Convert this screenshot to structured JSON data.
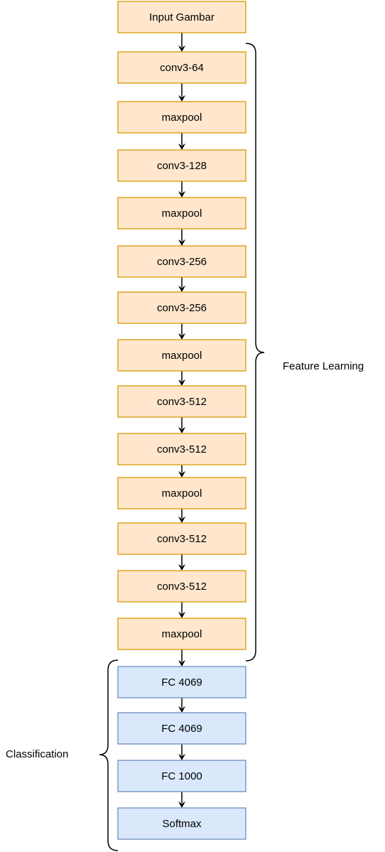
{
  "diagram": {
    "layers": [
      {
        "label": "Input Gambar",
        "group": "input"
      },
      {
        "label": "conv3-64",
        "group": "feature"
      },
      {
        "label": "maxpool",
        "group": "feature"
      },
      {
        "label": "conv3-128",
        "group": "feature"
      },
      {
        "label": "maxpool",
        "group": "feature"
      },
      {
        "label": "conv3-256",
        "group": "feature"
      },
      {
        "label": "conv3-256",
        "group": "feature"
      },
      {
        "label": "maxpool",
        "group": "feature"
      },
      {
        "label": "conv3-512",
        "group": "feature"
      },
      {
        "label": "conv3-512",
        "group": "feature"
      },
      {
        "label": "maxpool",
        "group": "feature"
      },
      {
        "label": "conv3-512",
        "group": "feature"
      },
      {
        "label": "conv3-512",
        "group": "feature"
      },
      {
        "label": "maxpool",
        "group": "feature"
      },
      {
        "label": "FC 4069",
        "group": "classification"
      },
      {
        "label": "FC 4069",
        "group": "classification"
      },
      {
        "label": "FC 1000",
        "group": "classification"
      },
      {
        "label": "Softmax",
        "group": "classification"
      }
    ],
    "groups": {
      "feature": {
        "label": "Feature Learning"
      },
      "classification": {
        "label": "Classification"
      }
    },
    "colors": {
      "orange_fill": "#ffe6cc",
      "orange_stroke": "#d79b00",
      "blue_fill": "#dae8fc",
      "blue_stroke": "#6c8ebf",
      "line": "#000000"
    }
  }
}
